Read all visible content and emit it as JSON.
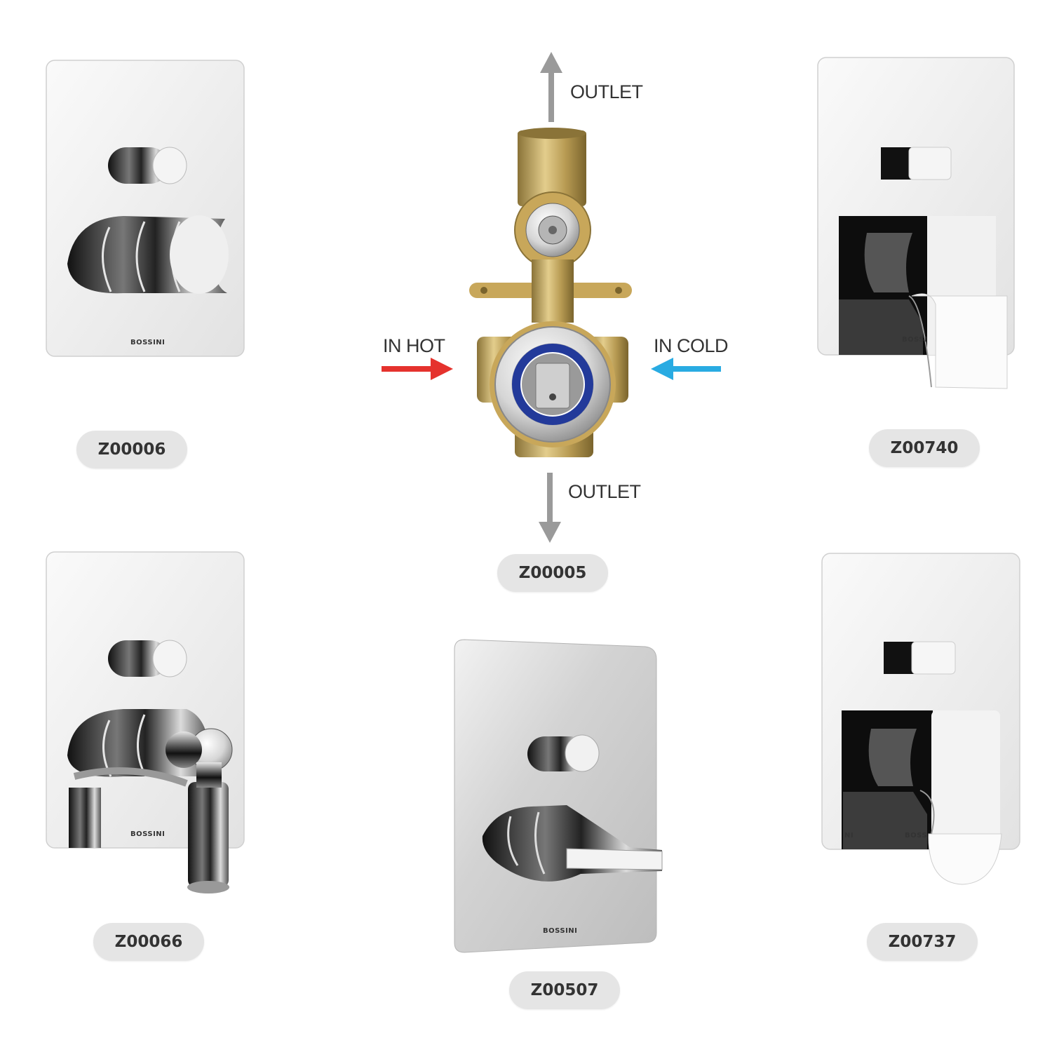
{
  "products": [
    {
      "code": "Z00006",
      "brand": "BOSSINI"
    },
    {
      "code": "Z00740",
      "brand": "BOSSI"
    },
    {
      "code": "Z00066",
      "brand": "BOSSINI"
    },
    {
      "code": "Z00507",
      "brand": "BOSSINI"
    },
    {
      "code": "Z00737",
      "brand": "BOSS",
      "brand_extra": "NI"
    }
  ],
  "valve": {
    "code": "Z00005",
    "outlet_top": "OUTLET",
    "outlet_bottom": "OUTLET",
    "in_hot": "IN HOT",
    "in_cold": "IN COLD"
  },
  "colors": {
    "hot_arrow": "#e5322d",
    "cold_arrow": "#29abe2",
    "outlet_arrow": "#9a9a9a",
    "brass": "#c8a75a",
    "chrome": "#d9d9d9",
    "pill": "#e5e5e5"
  }
}
